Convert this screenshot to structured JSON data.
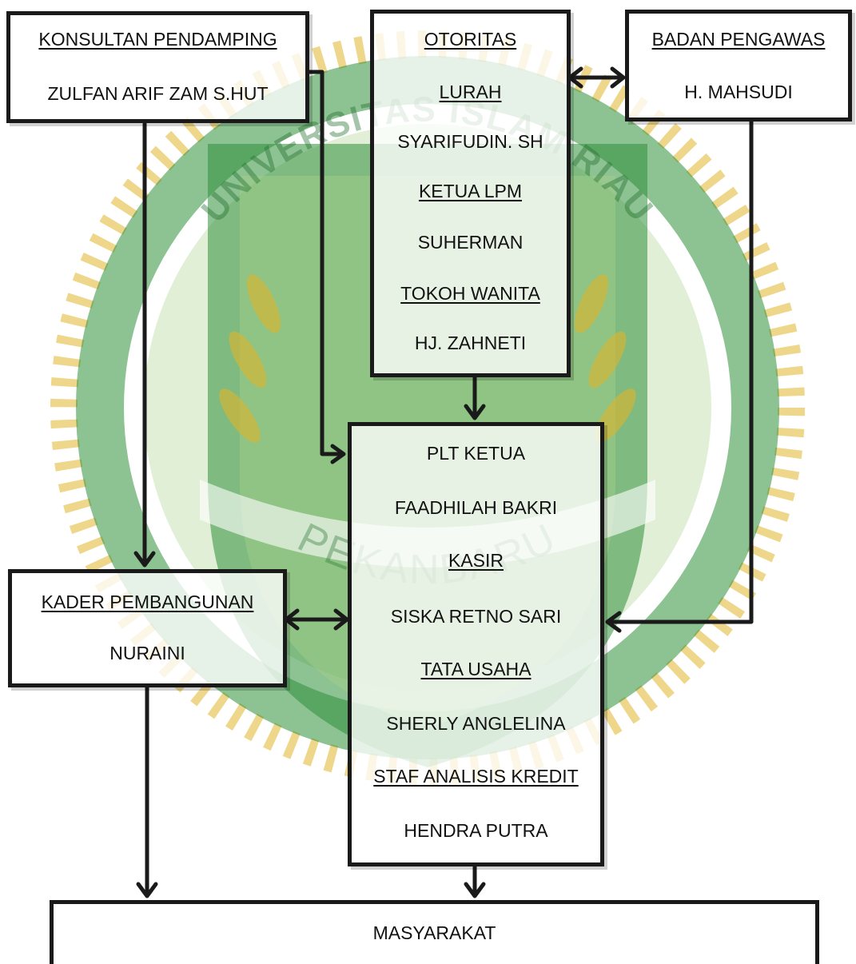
{
  "watermark": {
    "text_top": "UNIVERSITAS ISLAM RIAU",
    "text_bottom": "PEKANBARU",
    "colors": {
      "green": "#2f8f3a",
      "gold": "#e0b52a",
      "light_green": "#a6d08a"
    }
  },
  "konsultan": {
    "title": "KONSULTAN PENDAMPING",
    "name": "ZULFAN ARIF ZAM S.HUT"
  },
  "otoritas": {
    "title": "OTORITAS",
    "lurah_title": "LURAH",
    "lurah_name": "SYARIFUDIN. SH",
    "lpm_title": "KETUA LPM",
    "lpm_name": "SUHERMAN",
    "wanita_title": "TOKOH WANITA",
    "wanita_name": "HJ. ZAHNETI"
  },
  "pengawas": {
    "title": "BADAN PENGAWAS",
    "name": "H. MAHSUDI"
  },
  "pengurus": {
    "ketua_title": "PLT KETUA",
    "ketua_name": "FAADHILAH BAKRI",
    "kasir_title": "KASIR",
    "kasir_name": "SISKA RETNO SARI",
    "tu_title": "TATA USAHA",
    "tu_name": "SHERLY ANGLELINA",
    "staf_title": "STAF ANALISIS KREDIT",
    "staf_name": "HENDRA PUTRA"
  },
  "kader": {
    "title": "KADER PEMBANGUNAN",
    "name": "NURAINI"
  },
  "masyarakat": {
    "title": "MASYARAKAT"
  }
}
